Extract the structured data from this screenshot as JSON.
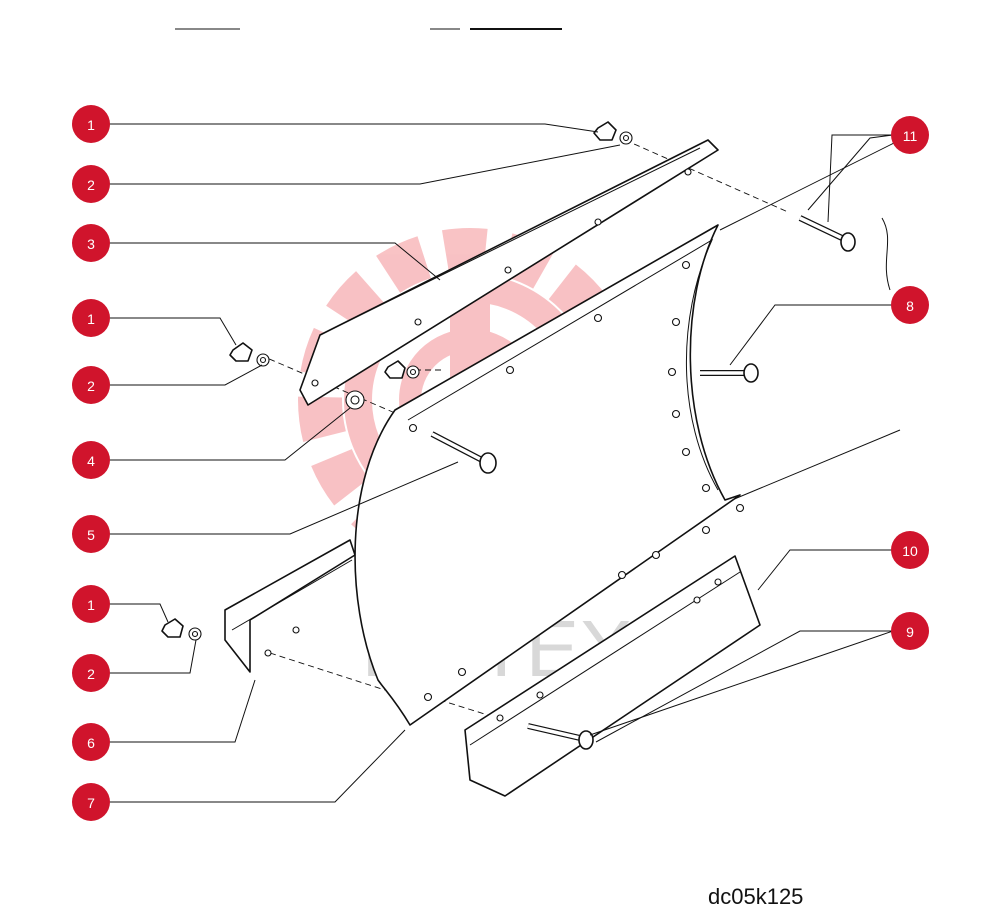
{
  "watermark": {
    "text": "ИНТЕХ",
    "color": "#e8262f"
  },
  "drawing_code": "dc05k125",
  "callout_color": "#d0142c",
  "callouts": [
    "1",
    "2",
    "3",
    "1",
    "2",
    "4",
    "5",
    "1",
    "2",
    "6",
    "7",
    "11",
    "8",
    "10",
    "9"
  ]
}
